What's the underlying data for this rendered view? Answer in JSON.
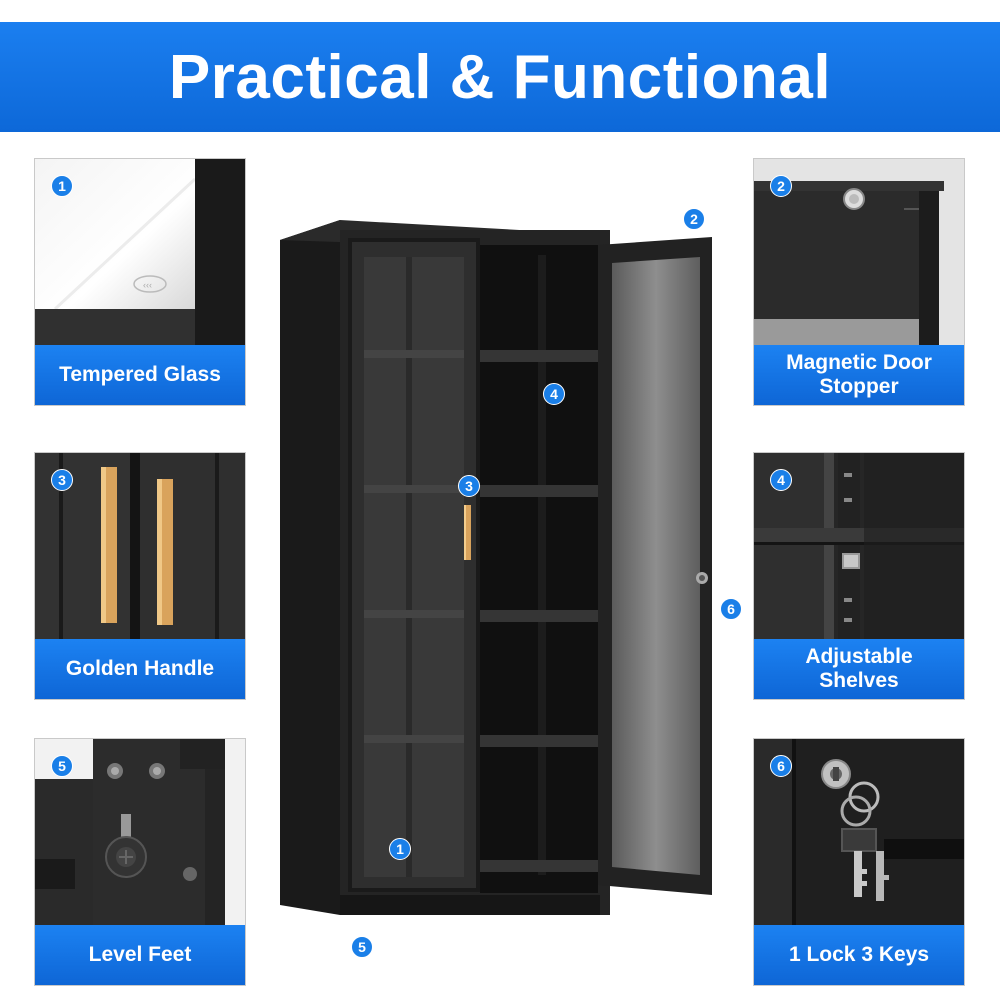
{
  "banner": {
    "title": "Practical & Functional"
  },
  "features": [
    {
      "number": "1",
      "label": "Tempered Glass"
    },
    {
      "number": "2",
      "label": "Magnetic Door\nStopper"
    },
    {
      "number": "3",
      "label": "Golden Handle"
    },
    {
      "number": "4",
      "label": "Adjustable\nShelves"
    },
    {
      "number": "5",
      "label": "Level Feet"
    },
    {
      "number": "6",
      "label": "1 Lock 3 Keys"
    }
  ],
  "callouts": {
    "glass": "1",
    "door_stopper": "2",
    "handle": "3",
    "shelves": "4",
    "feet": "5",
    "lock": "6"
  },
  "colors": {
    "accent_blue": "#1a7fe8",
    "cabinet_black": "#1e1e1e",
    "handle_gold": "#d9a35c"
  }
}
